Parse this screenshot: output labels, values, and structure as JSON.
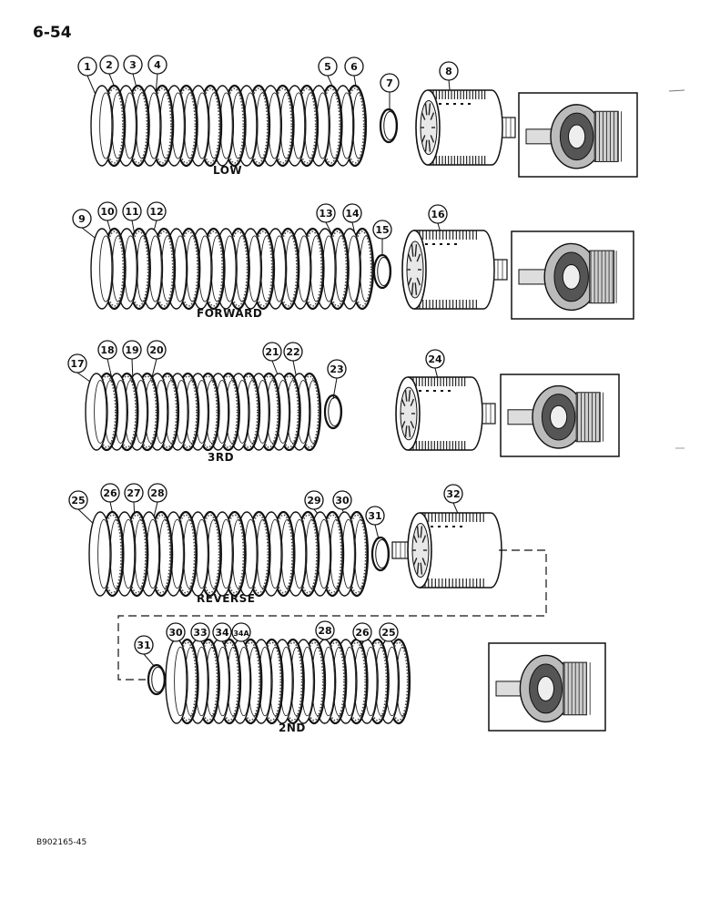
{
  "page": {
    "number": "6-54",
    "figure_code": "B902165-45"
  },
  "sections": [
    {
      "id": "low",
      "label": "LOW",
      "callouts": [
        "1",
        "2",
        "3",
        "4",
        "5",
        "6",
        "7",
        "8"
      ]
    },
    {
      "id": "forward",
      "label": "FORWARD",
      "callouts": [
        "9",
        "10",
        "11",
        "12",
        "13",
        "14",
        "15",
        "16"
      ]
    },
    {
      "id": "third",
      "label": "3RD",
      "callouts": [
        "17",
        "18",
        "19",
        "20",
        "21",
        "22",
        "23",
        "24"
      ]
    },
    {
      "id": "reverse",
      "label": "REVERSE",
      "callouts": [
        "25",
        "26",
        "27",
        "28",
        "29",
        "30",
        "31",
        "32"
      ]
    },
    {
      "id": "second",
      "label": "2ND",
      "callouts": [
        "31",
        "30",
        "33",
        "34",
        "34A",
        "28",
        "26",
        "25"
      ]
    }
  ]
}
